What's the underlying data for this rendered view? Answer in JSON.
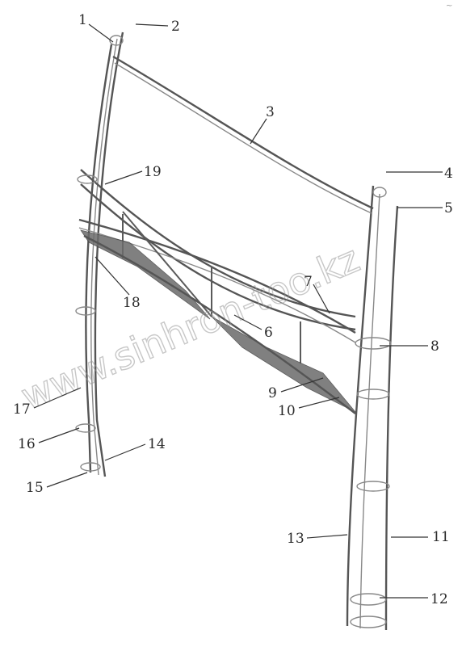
{
  "watermark": "www.sinhron-too.kz",
  "corner_mark": "~",
  "callouts": [
    "1",
    "2",
    "3",
    "4",
    "5",
    "6",
    "7",
    "8",
    "9",
    "10",
    "11",
    "12",
    "13",
    "14",
    "15",
    "16",
    "17",
    "18",
    "19"
  ]
}
